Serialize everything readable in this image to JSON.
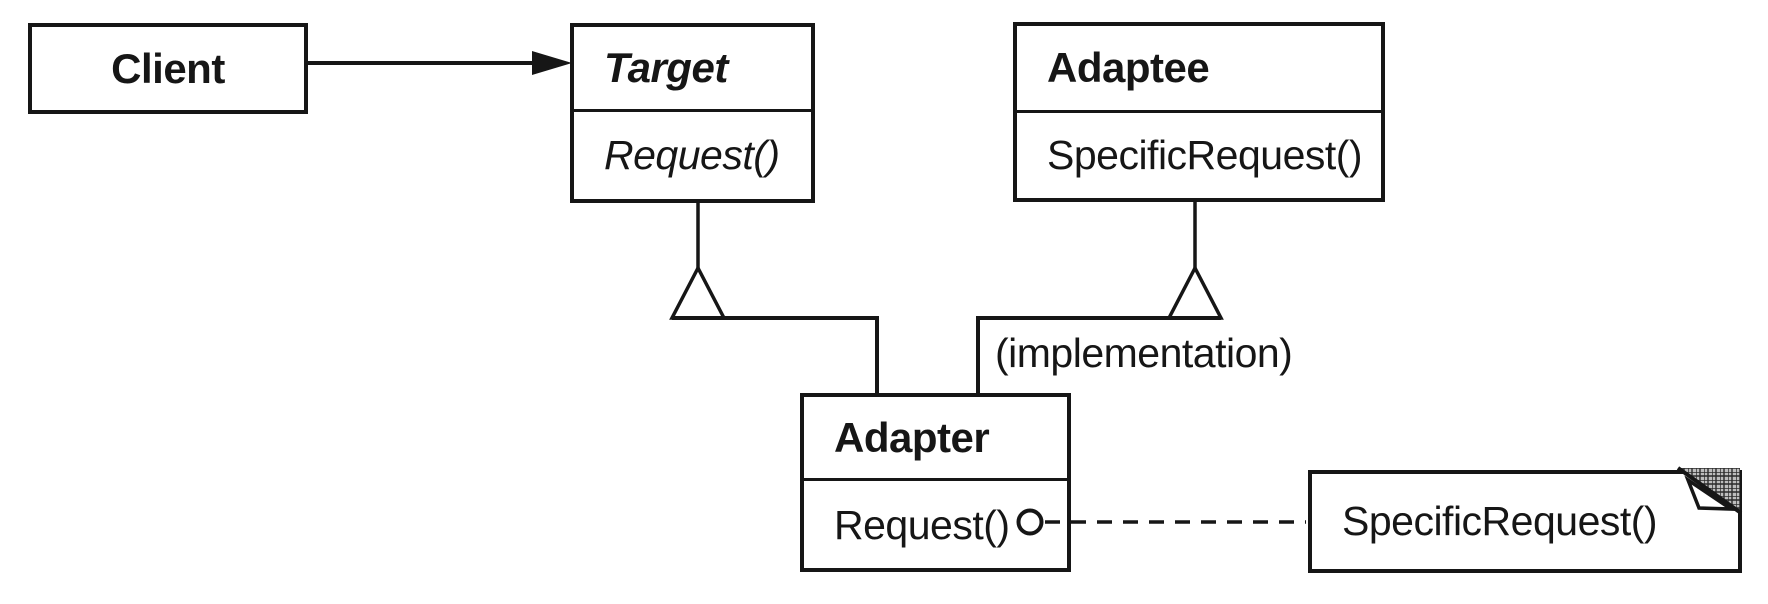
{
  "diagram": {
    "type": "uml-omt-class-diagram",
    "ink_color": "#161616",
    "paper_color": "#ffffff",
    "nodes": {
      "client": {
        "name": "Client"
      },
      "target": {
        "name": "Target",
        "method": "Request()"
      },
      "adaptee": {
        "name": "Adaptee",
        "method": "SpecificRequest()"
      },
      "adapter": {
        "name": "Adapter",
        "method": "Request()"
      },
      "note": {
        "text": "SpecificRequest()"
      }
    },
    "labels": {
      "implementation": "(implementation)"
    },
    "relationships": [
      {
        "type": "association",
        "from": "client",
        "to": "target",
        "arrow": "filled-triangle"
      },
      {
        "type": "inheritance",
        "from": "adapter",
        "to": "target"
      },
      {
        "type": "inheritance",
        "from": "adapter",
        "to": "adaptee",
        "label": "(implementation)"
      },
      {
        "type": "note-link",
        "from": "adapter.method",
        "to": "note",
        "style": "dashed-with-circle"
      }
    ]
  }
}
